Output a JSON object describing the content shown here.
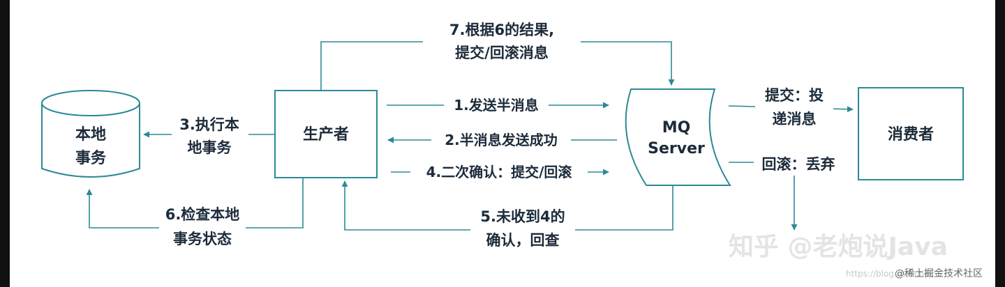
{
  "nodes": {
    "local_tx": [
      "本地",
      "事务"
    ],
    "producer": "生产者",
    "mq_server": [
      "MQ",
      "Server"
    ],
    "consumer": "消费者"
  },
  "edges": {
    "step1": "1.发送半消息",
    "step2": "2.半消息发送成功",
    "step3": [
      "3.执行本",
      "地事务"
    ],
    "step4": "4.二次确认：提交/回滚",
    "step5": [
      "5.未收到4的",
      "确认，回查"
    ],
    "step6": [
      "6.检查本地",
      "事务状态"
    ],
    "step7": [
      "7.根据6的结果,",
      "提交/回滚消息"
    ],
    "commit": [
      "提交：投",
      "递消息"
    ],
    "rollback": "回滚：丢弃"
  },
  "watermarks": {
    "zhihu": "知乎 @老炮说Java",
    "juejin": "@稀土掘金技术社区",
    "blog": "https://blog.csdn.net"
  },
  "colors": {
    "line": "#2a8a96",
    "text": "#1c2b3a",
    "background": "#ffffff"
  }
}
